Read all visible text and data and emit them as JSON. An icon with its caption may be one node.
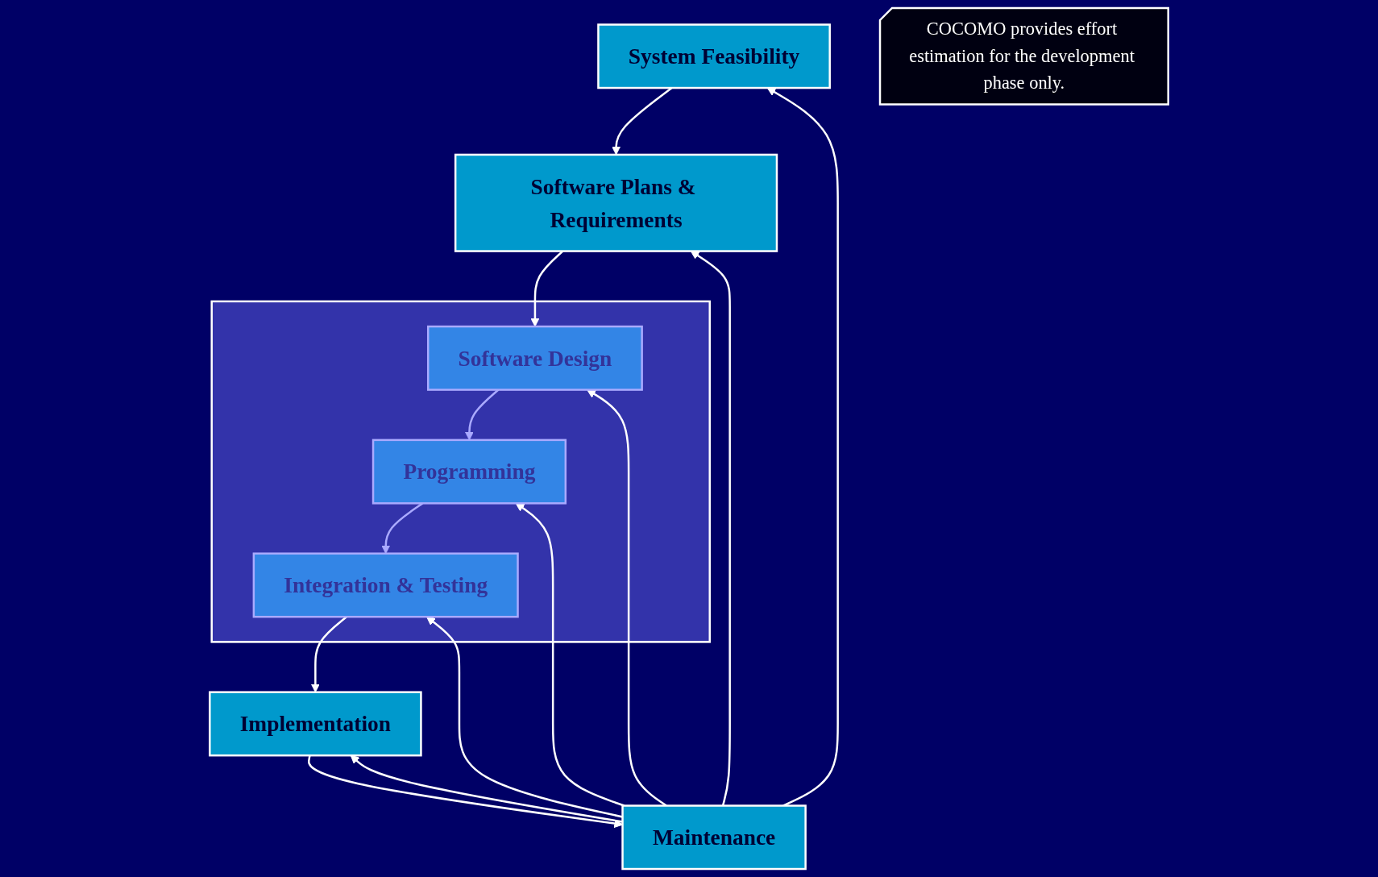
{
  "diagram": {
    "nodes": [
      {
        "text": [
          "System Feasibility"
        ]
      },
      {
        "text": [
          "Software Plans & Requirements"
        ]
      },
      {
        "text": [],
        "shape": "box"
      },
      {
        "text": [
          "Software Design"
        ],
        "in": 2
      },
      {
        "text": [
          "Programming"
        ],
        "in": 2
      },
      {
        "text": [
          "Integration & Testing"
        ],
        "in": 2
      },
      {
        "text": [
          "Implementation"
        ]
      },
      {
        "text": [
          "Maintenance"
        ]
      },
      {
        "text": [
          "COCOMO provides effort estimation for the development phase only."
        ]
      }
    ],
    "edges": [
      {
        "from": 0,
        "to": 1,
        "arrow": "to"
      },
      {
        "from": 1,
        "to": 3,
        "arrow": "to"
      },
      {
        "from": 3,
        "to": 4,
        "arrow": "to",
        "color": "#aaaaff"
      },
      {
        "from": 4,
        "to": 5,
        "arrow": "to",
        "color": "#aaaaff"
      },
      {
        "from": 5,
        "to": 6,
        "arrow": "to"
      },
      {
        "from": 6,
        "to": 7,
        "arrow": "to"
      },
      {
        "from": 7,
        "to": 0,
        "arrow": "to"
      },
      {
        "from": 7,
        "to": 1,
        "arrow": "to"
      },
      {
        "from": 7,
        "to": 3,
        "arrow": "to"
      },
      {
        "from": 7,
        "to": 4,
        "arrow": "to"
      },
      {
        "from": 7,
        "to": 5,
        "arrow": "to"
      },
      {
        "from": 7,
        "to": 6,
        "arrow": "to"
      }
    ]
  }
}
